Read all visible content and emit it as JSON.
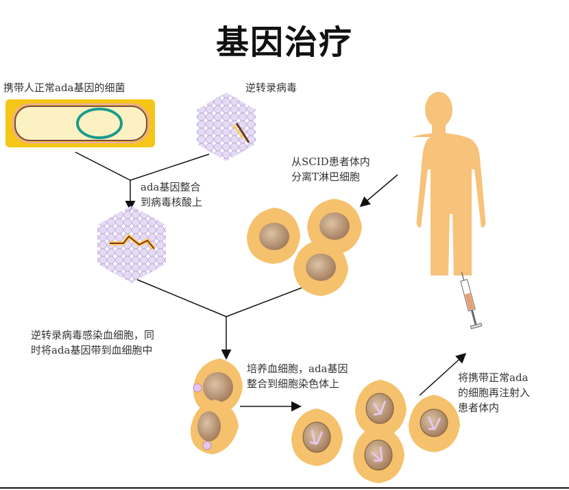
{
  "title": "基因治疗",
  "labels": {
    "bacterium": "携带人正常ada基因的细菌",
    "retrovirus": "逆转录病毒",
    "integrate_virus": [
      "ada基因整合",
      "到病毒核酸上"
    ],
    "isolate_tcells": [
      "从SCID患者体内",
      "分离T淋巴细胞"
    ],
    "infect": [
      "逆转录病毒感染血细胞，同",
      "时将ada基因带到血细胞中"
    ],
    "culture": [
      "培养血细胞，ada基因",
      "整合到细胞染色体上"
    ],
    "reinject": [
      "将携带正常ada",
      "的细胞再注射入",
      "患者体内"
    ]
  },
  "colors": {
    "cell_outer": "#f5c16c",
    "nucleus": "#b89472",
    "bacterium": "#f5c518",
    "virus": "#d9c8ee",
    "human": "#f7c27a"
  }
}
